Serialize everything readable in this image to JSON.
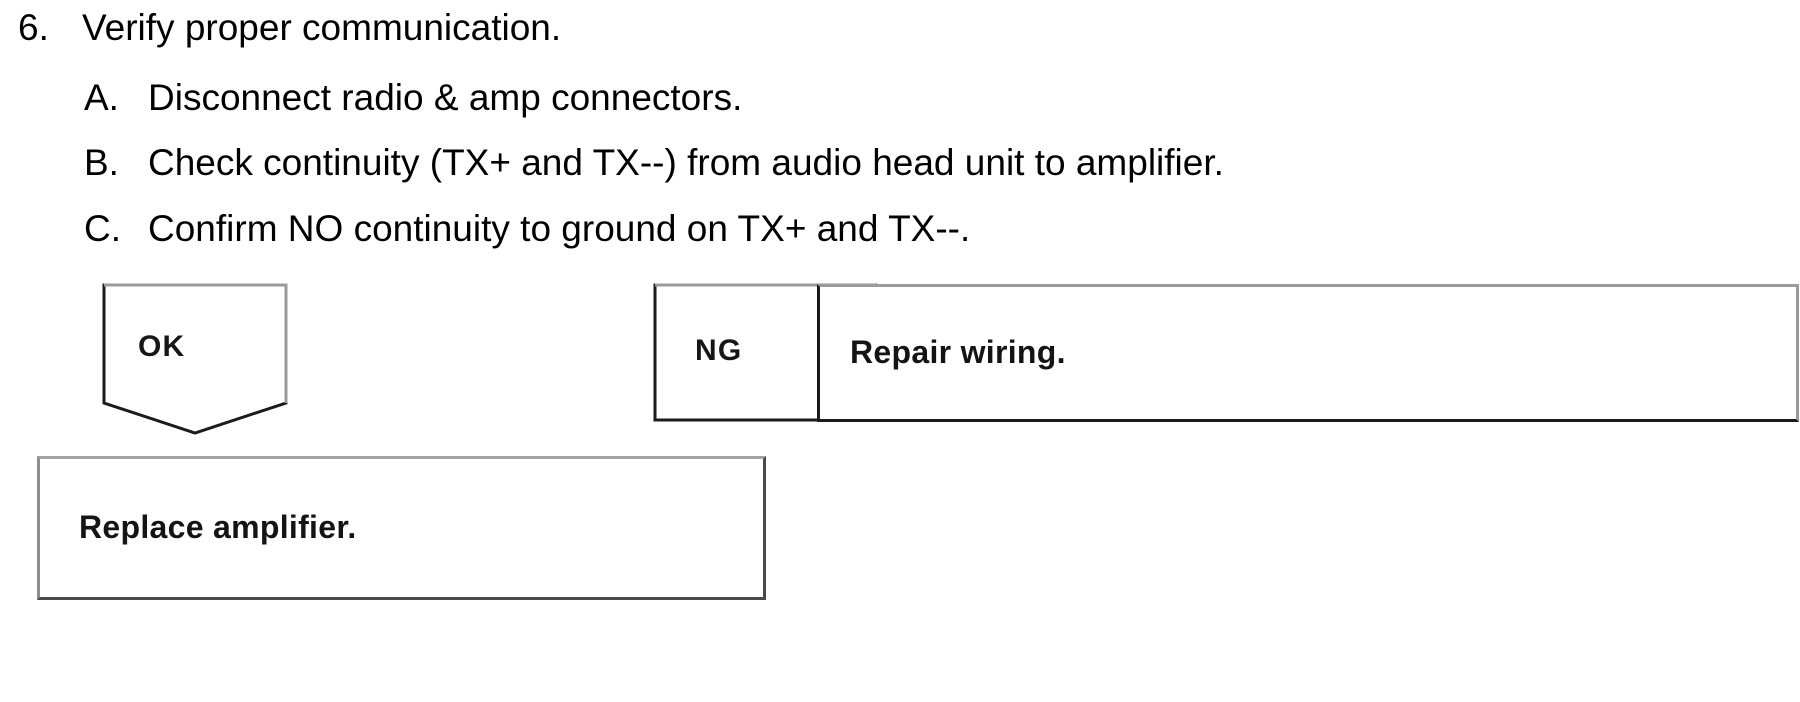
{
  "document": {
    "step": {
      "number": "6.",
      "title": "Verify proper communication."
    },
    "substeps": [
      {
        "letter": "A.",
        "text": "Disconnect radio & amp connectors."
      },
      {
        "letter": "B.",
        "text": "Check continuity (TX+ and TX--) from audio head unit to amplifier."
      },
      {
        "letter": "C.",
        "text": "Confirm NO continuity to ground on TX+ and TX--."
      }
    ],
    "flowchart": {
      "ok_branch": {
        "label": "OK",
        "result_box": "Replace amplifier."
      },
      "ng_branch": {
        "label": "NG",
        "result_box": "Repair wiring."
      }
    },
    "colors": {
      "page_background": "#ffffff",
      "text": "#000000",
      "border_dark": "#1b1b1b",
      "border_light": "#9a9a9a"
    }
  }
}
